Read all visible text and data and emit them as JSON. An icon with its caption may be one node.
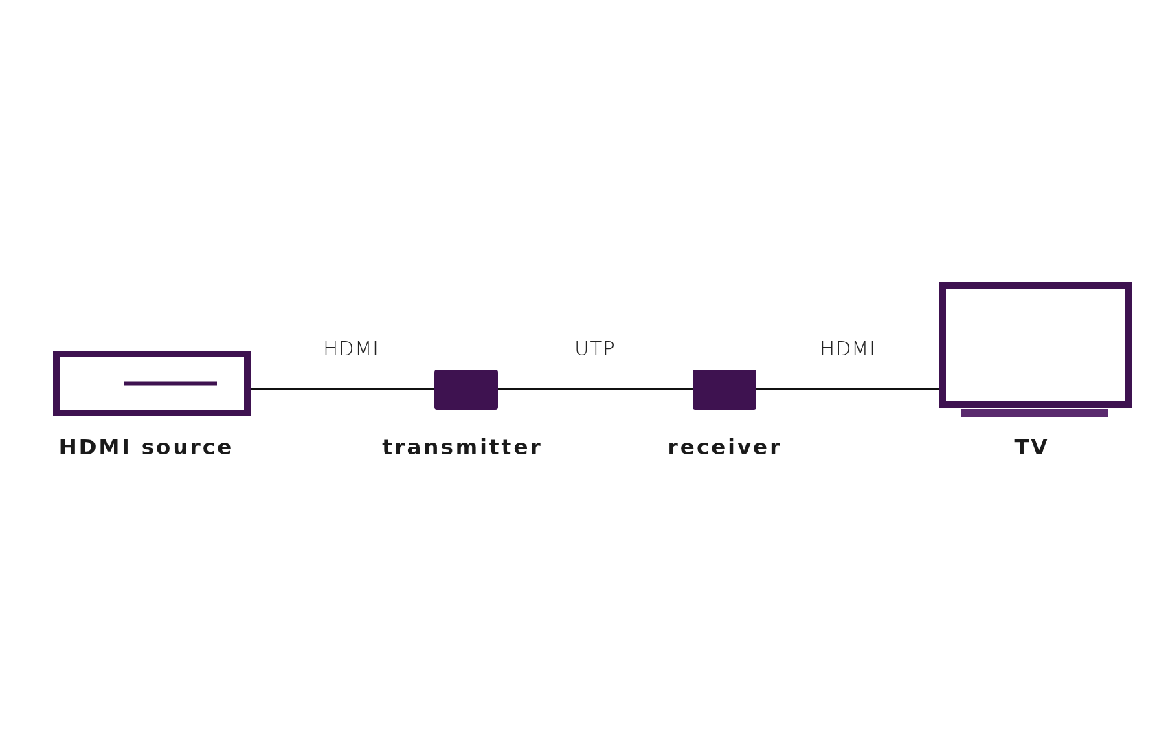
{
  "diagram": {
    "nodes": [
      {
        "text": [
          "HDMI source"
        ]
      },
      {
        "text": [
          "transmitter"
        ]
      },
      {
        "text": [
          "receiver"
        ]
      },
      {
        "text": [
          "TV"
        ]
      }
    ],
    "edges": [
      {
        "from": 0,
        "to": 1,
        "arrow": "none",
        "label": "HDMI"
      },
      {
        "from": 1,
        "to": 2,
        "arrow": "none",
        "label": "UTP"
      },
      {
        "from": 2,
        "to": 3,
        "arrow": "none",
        "label": "HDMI"
      }
    ]
  }
}
